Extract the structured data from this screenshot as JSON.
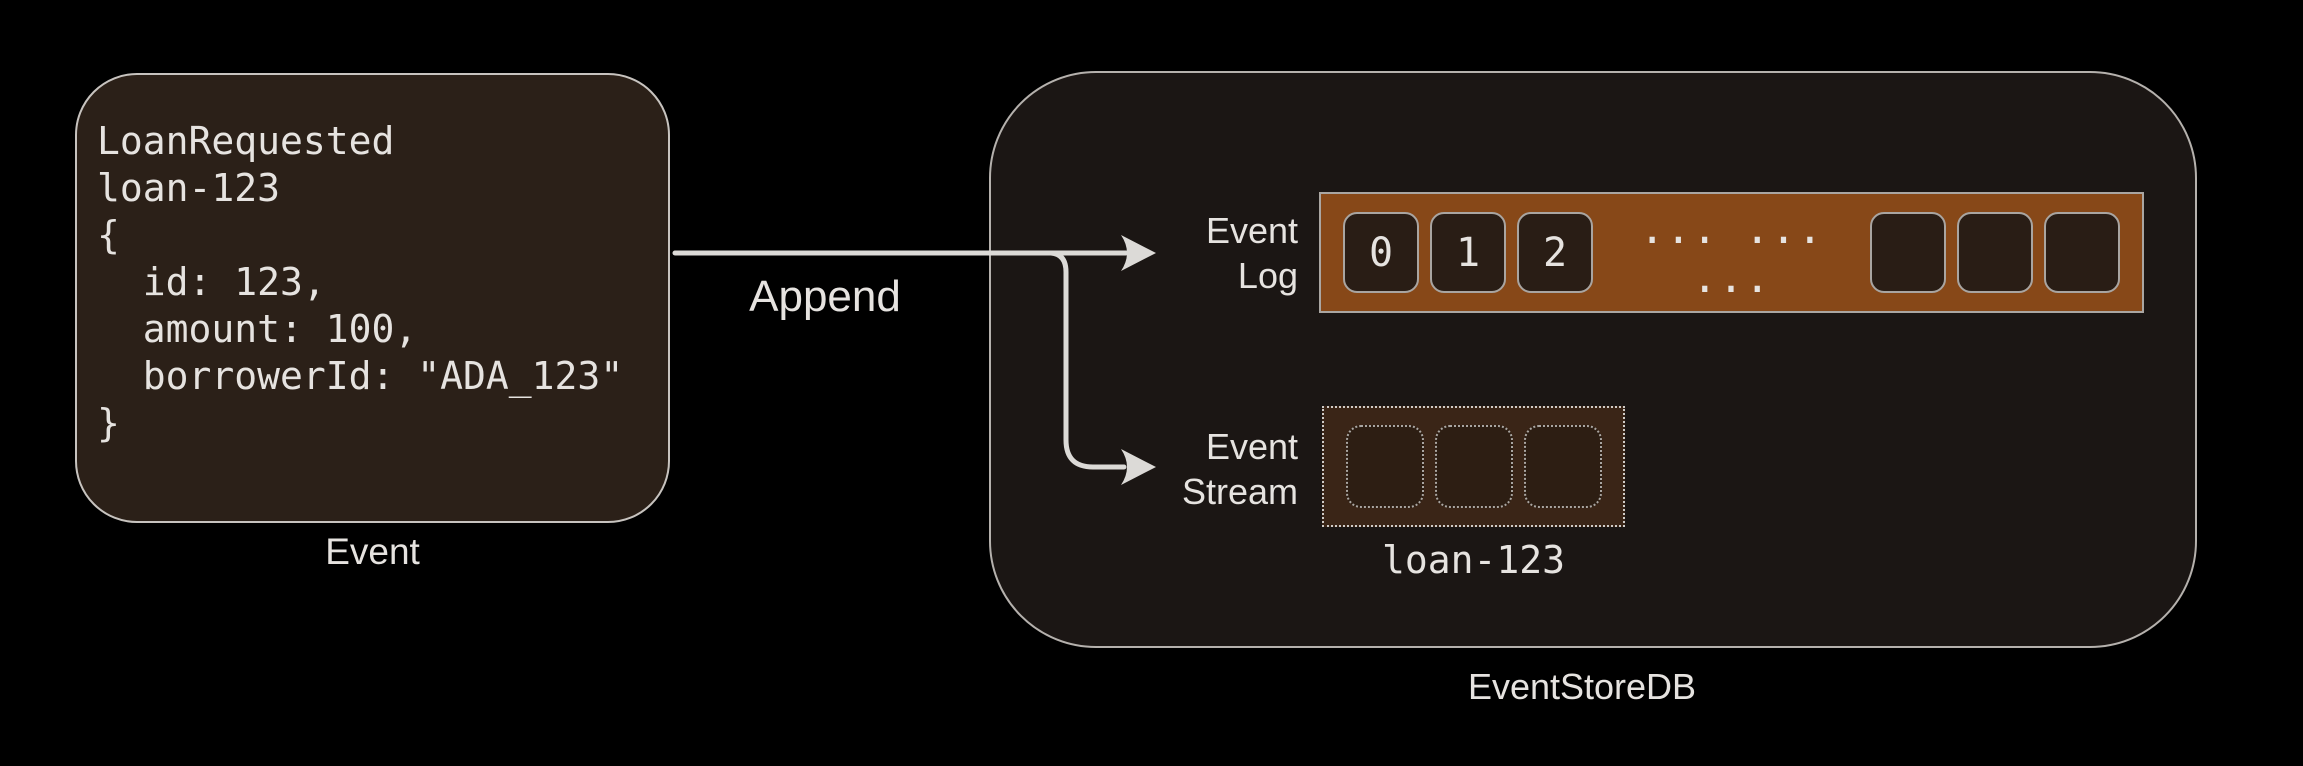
{
  "colors": {
    "background": "#000000",
    "card_bg": "#2b2018",
    "card_border": "#c7c3bf",
    "container_bg": "#1b1614",
    "container_border": "#b5b1ad",
    "log_bar_bg": "#874818",
    "log_bar_border": "#aaa6a2",
    "cell_bg": "#291d15",
    "cell_border": "#a9a5a1",
    "stream_box_bg": "#3a2517",
    "stream_cell_bg": "#2d1e13",
    "dotted_border": "#cfcbc7",
    "text_primary": "#e6e3e0",
    "arrow": "#dcdad7"
  },
  "event_card": {
    "code": "LoanRequested\nloan-123\n{\n  id: 123,\n  amount: 100,\n  borrowerId: \"ADA_123\"\n}",
    "caption": "Event"
  },
  "append_label": "Append",
  "event_store": {
    "caption": "EventStoreDB",
    "event_log": {
      "label_line1": "Event",
      "label_line2": "Log",
      "filled_cells": [
        "0",
        "1",
        "2"
      ],
      "ellipsis": "... ... ...",
      "empty_cell_count": 3
    },
    "event_stream": {
      "label_line1": "Event",
      "label_line2": "Stream",
      "placeholder_cell_count": 3,
      "stream_name": "loan-123"
    }
  }
}
